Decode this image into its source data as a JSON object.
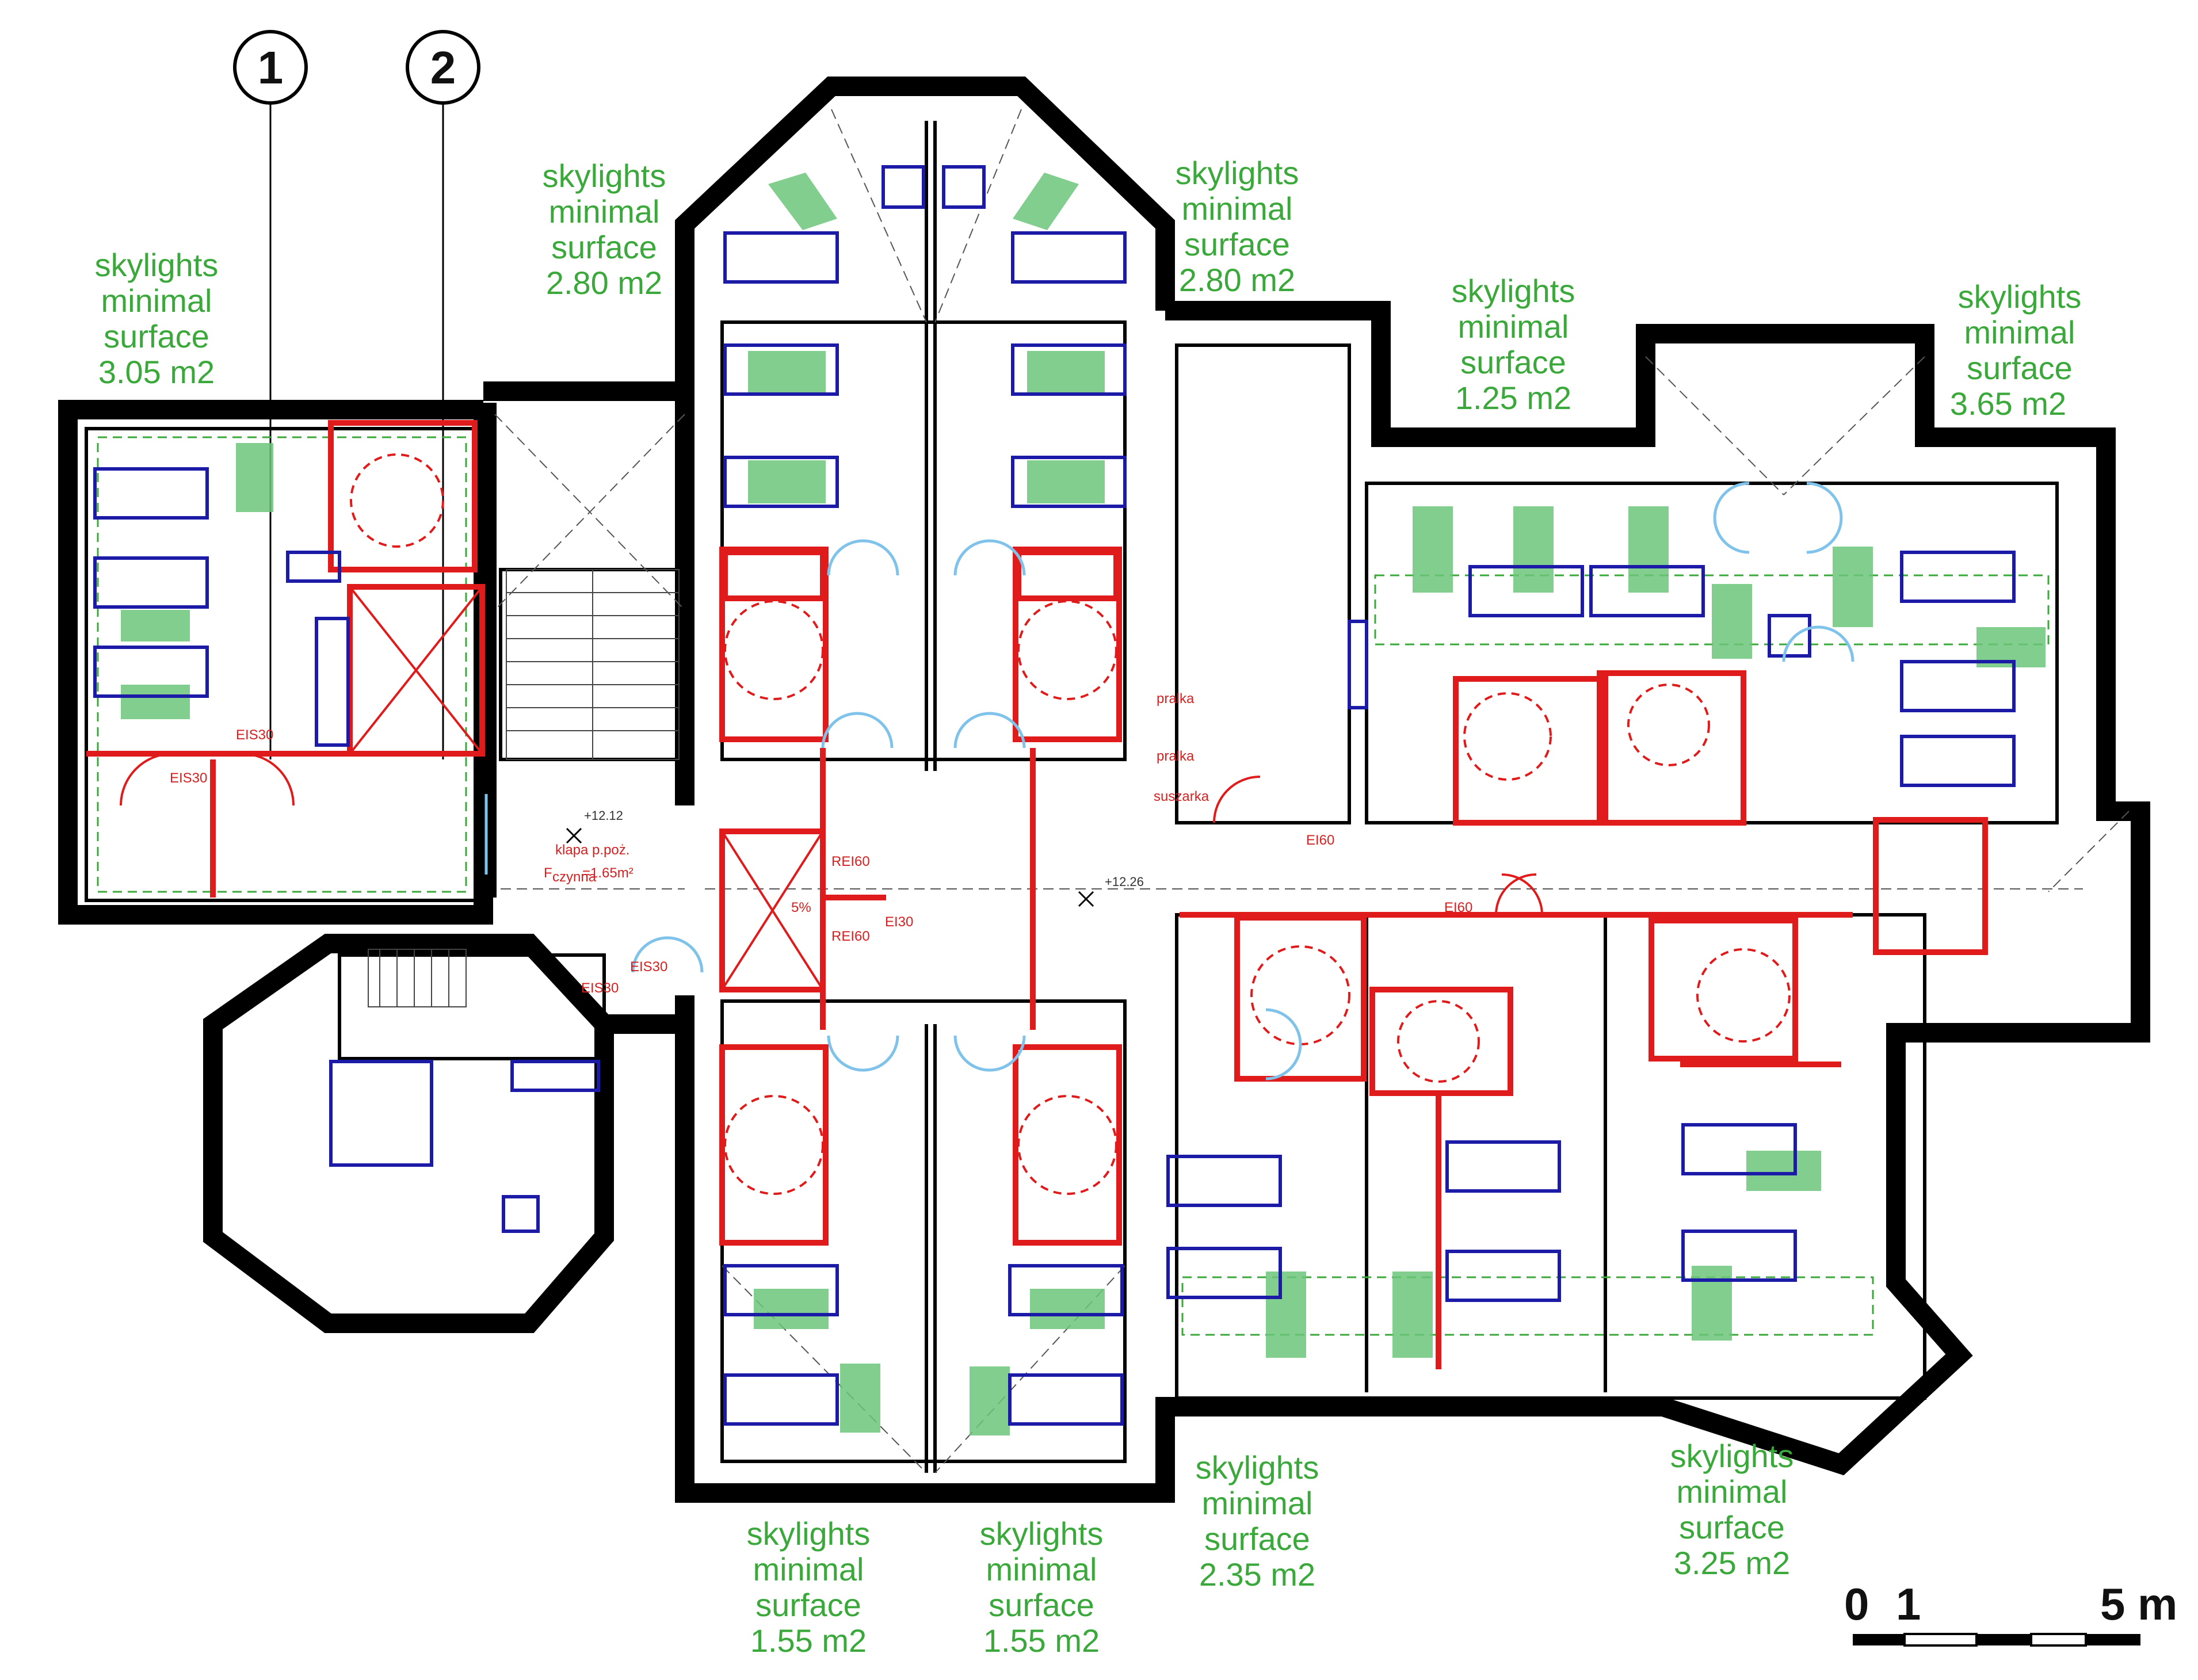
{
  "axes": [
    {
      "label": "1"
    },
    {
      "label": "2"
    }
  ],
  "skylight_labels": [
    {
      "lines": [
        "skylights",
        "minimal",
        "surface",
        "3.05 m2"
      ]
    },
    {
      "lines": [
        "skylights",
        "minimal",
        "surface",
        "2.80 m2"
      ]
    },
    {
      "lines": [
        "skylights",
        "minimal",
        "surface",
        "2.80 m2"
      ]
    },
    {
      "lines": [
        "skylights",
        "minimal",
        "surface",
        "1.25 m2"
      ]
    },
    {
      "lines": [
        "skylights",
        "minimal",
        "surface",
        "3.65 m2"
      ]
    },
    {
      "lines": [
        "skylights",
        "minimal",
        "surface",
        "1.55 m2"
      ]
    },
    {
      "lines": [
        "skylights",
        "minimal",
        "surface",
        "1.55 m2"
      ]
    },
    {
      "lines": [
        "skylights",
        "minimal",
        "surface",
        "2.35 m2"
      ]
    },
    {
      "lines": [
        "skylights",
        "minimal",
        "surface",
        "3.25 m2"
      ]
    }
  ],
  "annotations": {
    "eis30_a": "EIS30",
    "eis30_b": "EIS30",
    "eis30_c": "EIS30",
    "eis30_d": "EIS30",
    "rei60_a": "REI60",
    "rei60_b": "REI60",
    "ei30": "EI30",
    "ei60_a": "EI60",
    "ei60_b": "EI60",
    "level_a": "+12.12",
    "level_b": "+12.26",
    "klapa": "klapa p.poż.",
    "klapa_area": "F",
    "klapa_sub": "czynna",
    "klapa_val": "=1.65m²",
    "slope": "5%",
    "pralka_a": "pralka",
    "pralka_b": "pralka",
    "suszarka": "suszarka"
  },
  "scale_bar": {
    "label_0": "0",
    "label_1": "1",
    "label_5": "5 m"
  },
  "colors": {
    "skylight_text": "#3aa83a",
    "fire_wall": "#e01b1b",
    "furniture": "#1b1ba8",
    "door": "#7fc2ea",
    "skylight_fill": "#6cc57a"
  }
}
